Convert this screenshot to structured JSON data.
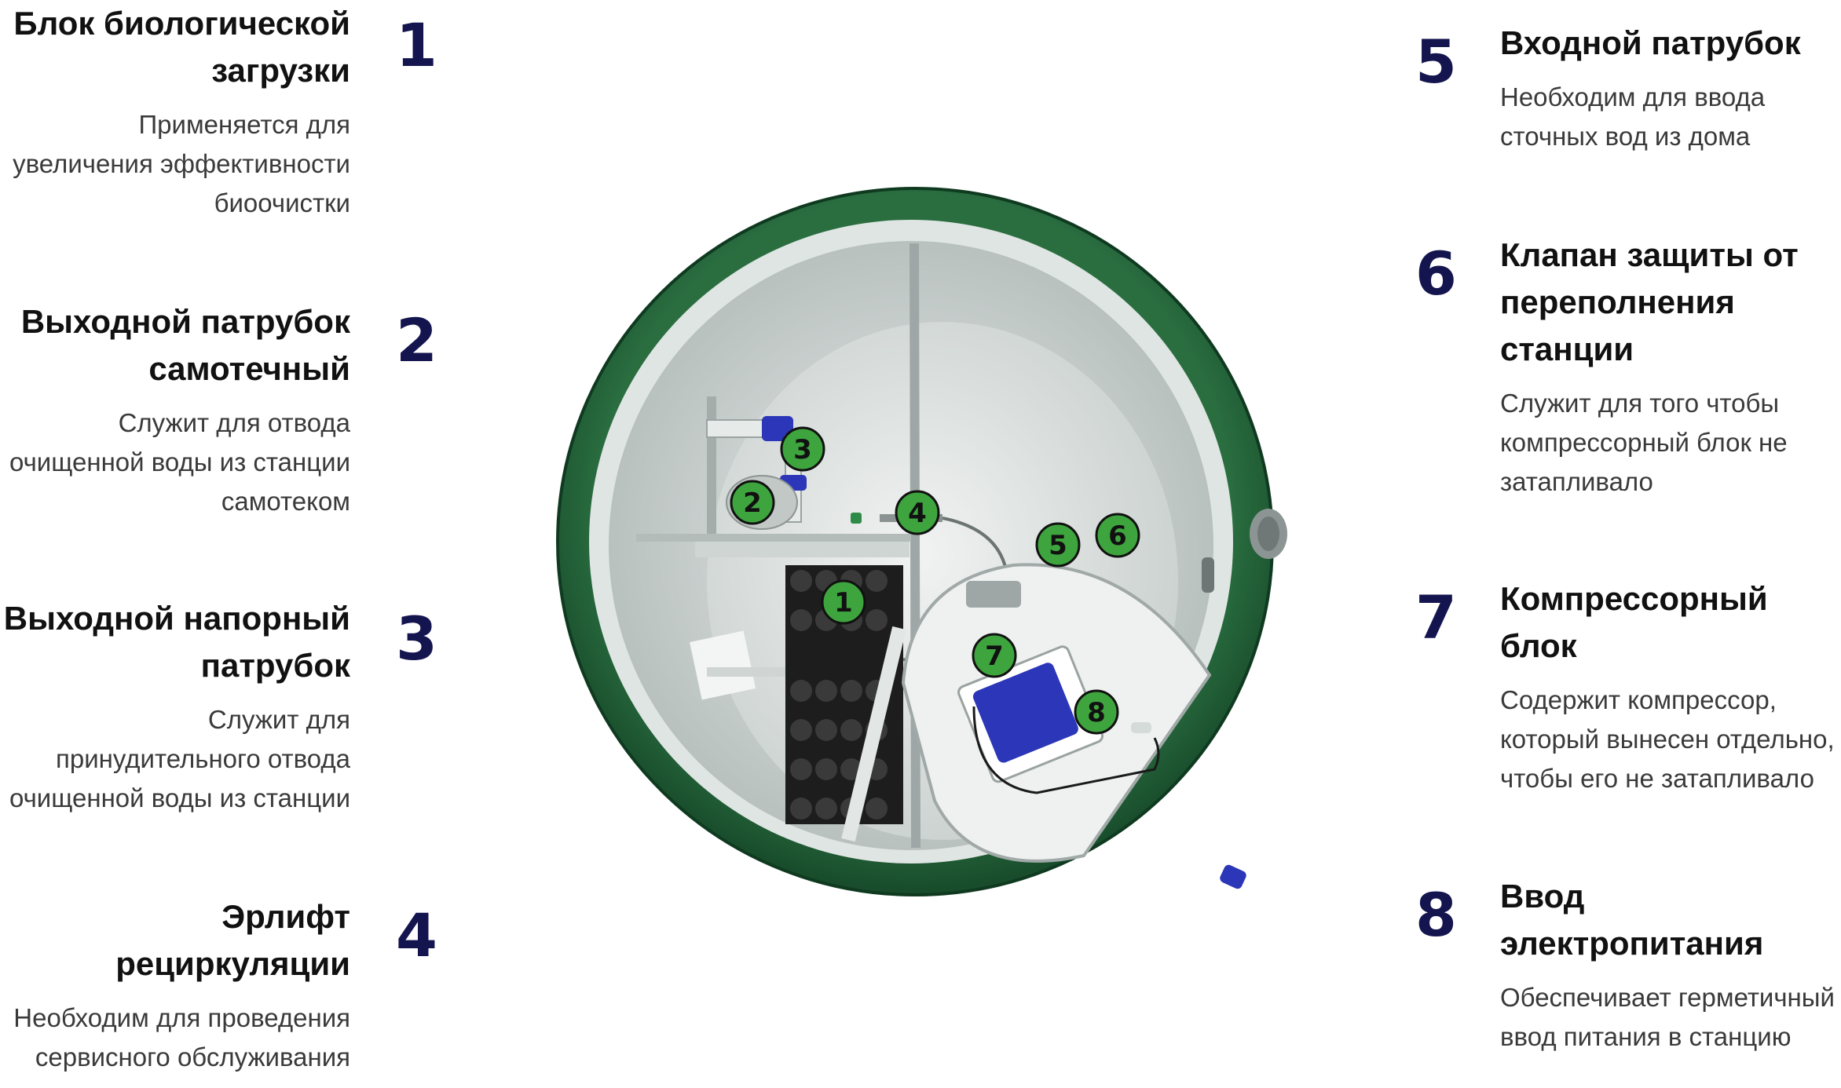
{
  "items": [
    {
      "num": "1",
      "title": "Блок биологической загрузки",
      "desc": "Применяется для увеличения эффективности биоочистки"
    },
    {
      "num": "2",
      "title": "Выходной патрубок самотечный",
      "desc": "Служит для отвода очищенной воды из станции самотеком"
    },
    {
      "num": "3",
      "title": "Выходной напорный патрубок",
      "desc": "Служит для принудительного отвода очищенной воды из станции"
    },
    {
      "num": "4",
      "title": "Эрлифт рециркуляции",
      "desc": "Необходим для проведения сервисного обслуживания"
    },
    {
      "num": "5",
      "title": "Входной патрубок",
      "desc": "Необходим для ввода сточных вод из дома"
    },
    {
      "num": "6",
      "title": "Клапан защиты от переполнения станции",
      "desc": "Служит для того чтобы компрессорный блок не затапливало"
    },
    {
      "num": "7",
      "title": "Компрессорный блок",
      "desc": "Содержит компрессор, который вынесен отдельно, чтобы его не затапливало"
    },
    {
      "num": "8",
      "title": "Ввод электропитания",
      "desc": "Обеспечивает герметичный ввод питания в станцию"
    }
  ],
  "markers": [
    "1",
    "2",
    "3",
    "4",
    "5",
    "6",
    "7",
    "8"
  ],
  "colors": {
    "number": "#14144f",
    "tank_shell": "#1f5a34",
    "marker_fill": "#3ea53e",
    "blue_part": "#2b36b8"
  }
}
